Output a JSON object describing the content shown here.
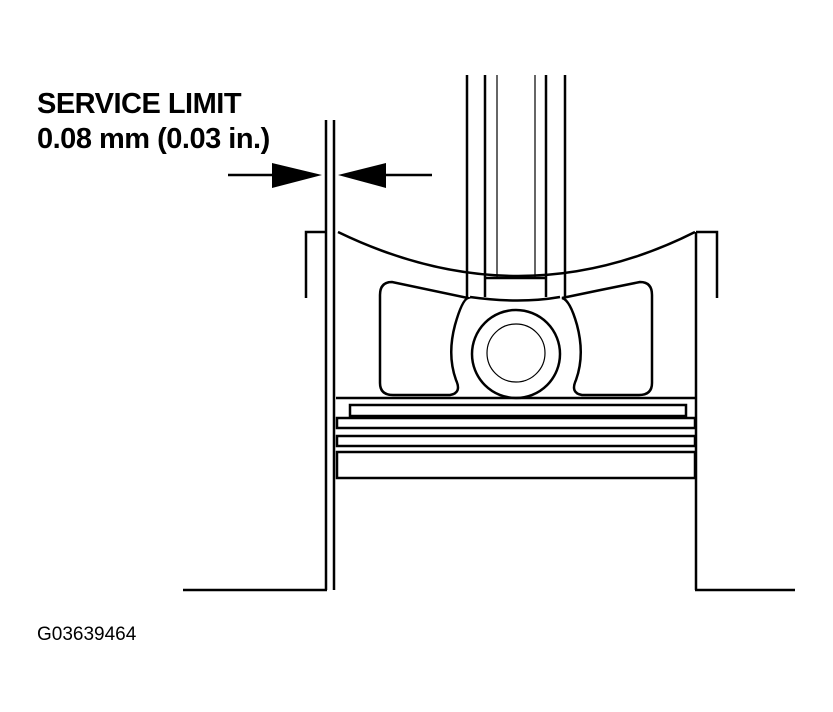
{
  "annotation": {
    "title": "SERVICE LIMIT",
    "value": "0.08 mm (0.03 in.)"
  },
  "figure_id": "G03639464",
  "colors": {
    "line": "#000000",
    "background": "#ffffff"
  }
}
